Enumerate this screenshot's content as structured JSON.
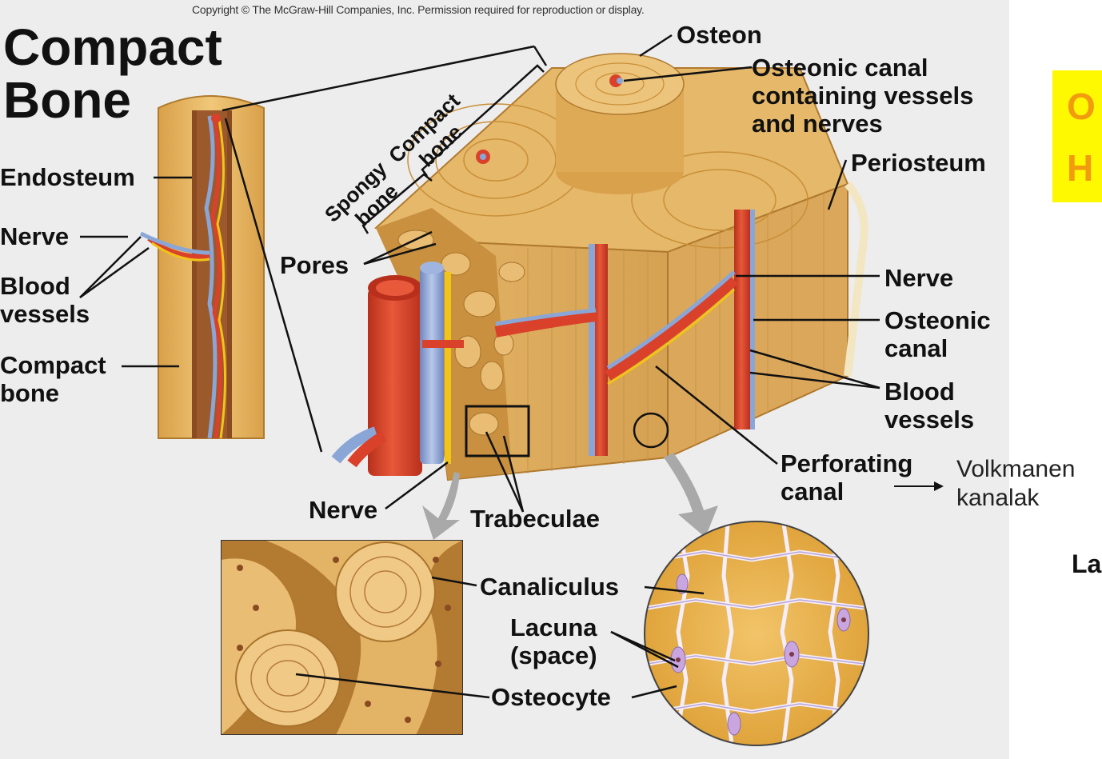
{
  "copyright": "Copyright © The McGraw-Hill Companies, Inc. Permission required for reproduction or display.",
  "title": [
    "Compact",
    "Bone"
  ],
  "left_labels": {
    "endosteum": "Endosteum",
    "nerve": "Nerve",
    "blood_vessels": [
      "Blood",
      "vessels"
    ],
    "compact_bone": [
      "Compact",
      "bone"
    ]
  },
  "center_labels": {
    "spongy_bone": [
      "Spongy",
      "bone"
    ],
    "compact_bone": [
      "Compact",
      "bone"
    ],
    "pores": "Pores",
    "nerve": "Nerve",
    "trabeculae": "Trabeculae"
  },
  "right_labels": {
    "osteon": "Osteon",
    "osteonic_canal_vessels": [
      "Osteonic canal",
      "containing vessels",
      "and nerves"
    ],
    "periosteum": "Periosteum",
    "nerve": "Nerve",
    "osteonic_canal": [
      "Osteonic",
      "canal"
    ],
    "blood_vessels": [
      "Blood",
      "vessels"
    ],
    "perforating_canal": [
      "Perforating",
      "canal"
    ]
  },
  "note": {
    "arrow": "→",
    "text": [
      "Volkmanen",
      "kanalak"
    ]
  },
  "bottom_labels": {
    "canaliculus": "Canaliculus",
    "lacuna": [
      "Lacuna",
      "(space)"
    ],
    "osteocyte": "Osteocyte"
  },
  "cropped_text": {
    "yellow_box": [
      "O",
      "H"
    ],
    "right_edge": "La"
  },
  "colors": {
    "bone": "#e8b75e",
    "bone_dark": "#c98f38",
    "marrow": "#8a4a22",
    "artery": "#d9412b",
    "vein": "#8aa6d6",
    "nerve": "#f0c419",
    "yellow_box": "#fef900",
    "yellow_box_text": "#f29a10"
  }
}
